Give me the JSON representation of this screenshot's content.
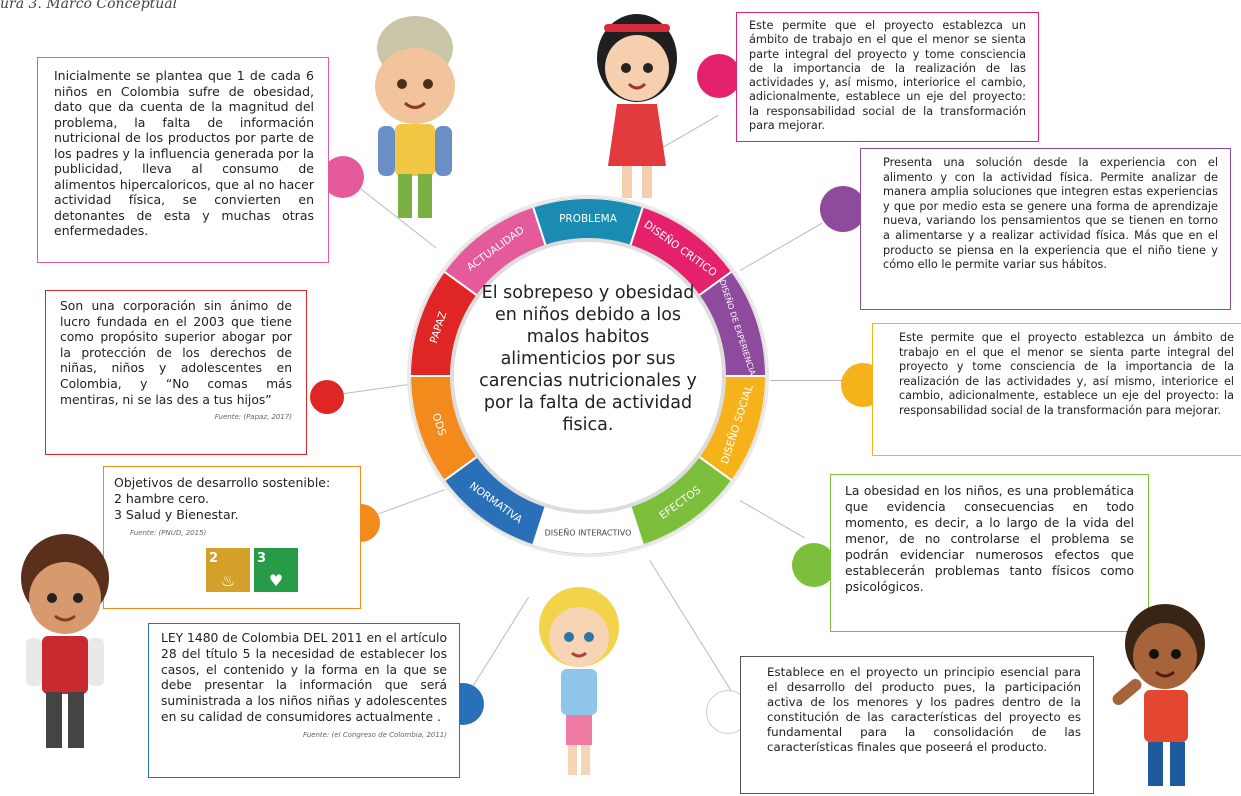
{
  "caption": "ura 3. Marco Conceptual",
  "center_text": "El sobrepeso y obesidad en niños debido a los malos habitos alimenticios por sus carencias nutricionales y por la falta de actividad fisica.",
  "segments": [
    {
      "label": "PROBLEMA",
      "color": "#1a8cb4"
    },
    {
      "label": "DISEÑO CRITICO",
      "color": "#e5216c"
    },
    {
      "label": "DISEÑO DE EXPERIENCIA",
      "color": "#8e4a9c"
    },
    {
      "label": "DISEÑO SOCIAL",
      "color": "#f5b21b"
    },
    {
      "label": "EFECTOS",
      "color": "#7cbf3c"
    },
    {
      "label": "DISEÑO INTERACTIVO",
      "color": "#ffffff"
    },
    {
      "label": "NORMATIVA",
      "color": "#2a70b8"
    },
    {
      "label": "ODS",
      "color": "#f28a1c"
    },
    {
      "label": "PAPAZ",
      "color": "#e02525"
    },
    {
      "label": "ACTUALIDAD",
      "color": "#e45a9a"
    }
  ],
  "boxes": {
    "problema": {
      "text": "Inicialmente se plantea que 1 de cada 6 niños en Colombia sufre de obesidad, dato que da cuenta de la magnitud del problema, la falta de información nutricional de los productos por parte de los padres y la influencia generada por la publicidad, lleva al consumo de alimentos hipercaloricos, que al no hacer actividad física, se convierten en detonantes de esta y muchas otras enfermedades.",
      "color": "#e45a9a"
    },
    "critico": {
      "text": "Este permite que el proyecto establezca un ámbito de trabajo en el que el menor se sienta parte integral del proyecto y tome consciencia de la importancia de la realización de las actividades y, así mismo, interiorice el cambio, adicionalmente, establece un eje del proyecto: la responsabilidad social de la transformación para mejorar.",
      "color": "#e5216c"
    },
    "experiencia": {
      "text": "Presenta una solución desde la experiencia con el alimento y con la actividad física. Permite analizar de manera amplia soluciones que integren estas experiencias y que por medio esta se genere una forma de aprendizaje nueva, variando los pensamientos que se tienen en torno a alimentarse y a realizar actividad física. Más que en el producto se piensa en la experiencia que el niño tiene y cómo ello le permite variar sus hábitos.",
      "color": "#8e4a9c"
    },
    "social": {
      "text": "Este permite que el proyecto establezca un ámbito de trabajo en el que el menor se sienta parte integral del proyecto y tome consciencia de la importancia de la realización de las actividades y, así mismo, interiorice el cambio, adicionalmente, establece un eje del proyecto: la responsabilidad social de la transformación para mejorar.",
      "color": "#f5b21b"
    },
    "papaz": {
      "text": "Son una corporación sin ánimo de lucro fundada en el 2003 que tiene como propósito superior abogar por la protección de los derechos de niñas, niños y adolescentes en Colombia, y “No comas más mentiras, ni se las des a tus hijos”",
      "source": "Fuente: (Papaz, 2017)",
      "color": "#e02525"
    },
    "ods": {
      "title": "Objetivos de desarrollo sostenible:",
      "line1": "2 hambre cero.",
      "line2": "3 Salud y Bienestar.",
      "source": "Fuente: (PNUD, 2015)",
      "color": "#f28a1c"
    },
    "efectos": {
      "text": "La obesidad en los niños, es una problemática que evidencia consecuencias en todo momento, es decir, a lo largo de la vida del menor, de no controlarse el problema se podrán evidenciar numerosos efectos que establecerán problemas tanto físicos como psicológicos.",
      "color": "#7cbf3c"
    },
    "normativa": {
      "text": "LEY 1480 de Colombia DEL 2011 en el artículo 28 del título 5 la necesidad de establecer los casos, el contenido y la forma en la que se debe presentar la información que será suministrada a los niños niñas y adolescentes en su calidad de consumidores actualmente .",
      "source": "Fuente: (el Congreso de Colombia, 2011)",
      "color": "#2a70b8"
    },
    "interactivo": {
      "text": "Establece en el proyecto un principio esencial para el desarrollo del producto pues, la participación activa de los menores y los padres dentro de la constitución de las características del proyecto es fundamental para la consolidación de las características finales que poseerá el producto.",
      "color": "#555555"
    }
  },
  "sdg": [
    {
      "num": "2",
      "label": "HAMBRE CERO",
      "color": "#d3a029",
      "icon": "bowl-icon"
    },
    {
      "num": "3",
      "label": "SALUD Y BIENESTAR",
      "color": "#279b48",
      "icon": "heartbeat-icon"
    }
  ]
}
